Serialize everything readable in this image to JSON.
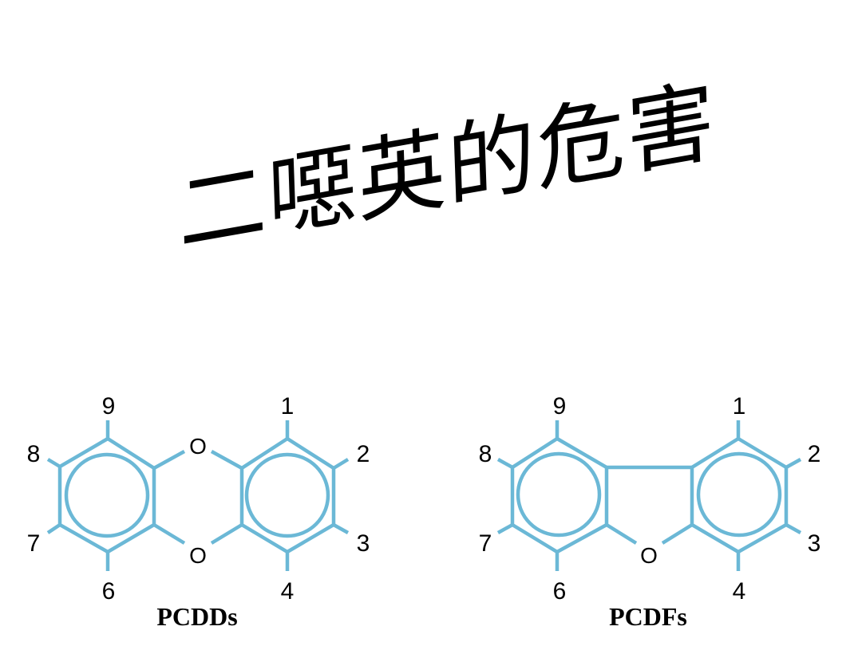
{
  "slide": {
    "title": "二噁英的危害"
  },
  "structures": [
    {
      "name": "PCDDs",
      "oxygen_labels": [
        "O",
        "O"
      ],
      "positions": [
        "1",
        "2",
        "3",
        "4",
        "6",
        "7",
        "8",
        "9"
      ]
    },
    {
      "name": "PCDFs",
      "oxygen_labels": [
        "O"
      ],
      "positions": [
        "1",
        "2",
        "3",
        "4",
        "6",
        "7",
        "8",
        "9"
      ]
    }
  ],
  "colors": {
    "bond": "#6bb8d6",
    "text": "#000000"
  }
}
